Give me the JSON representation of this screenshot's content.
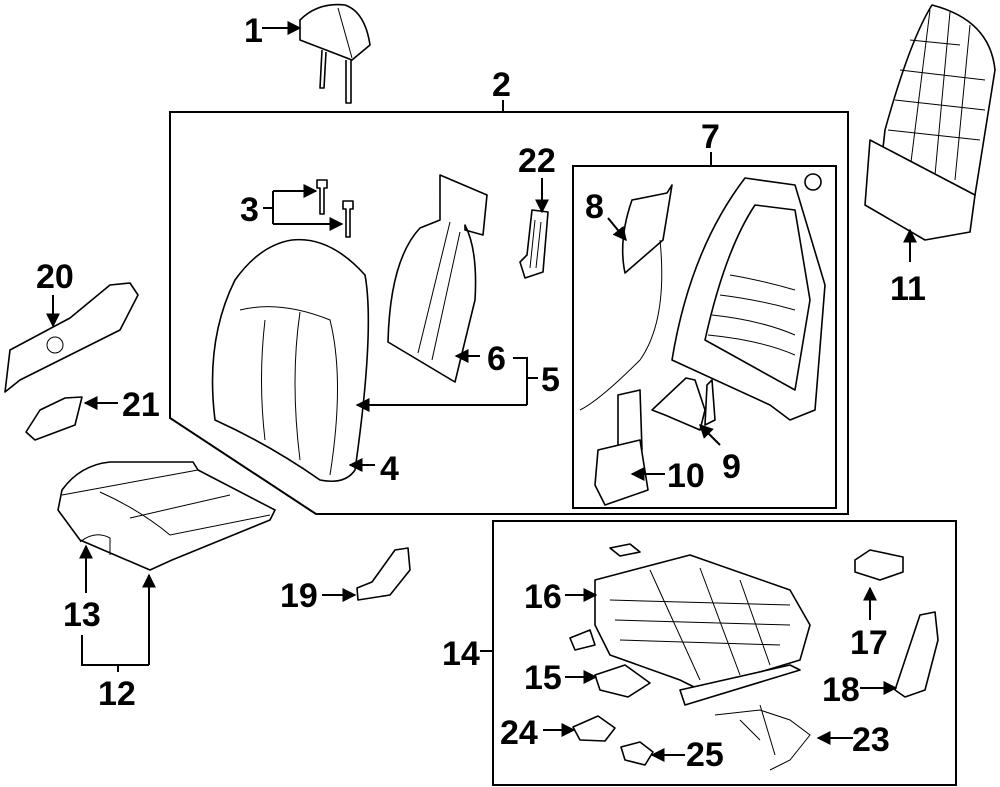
{
  "diagram": {
    "type": "exploded-parts-diagram",
    "subject": "front seat assembly",
    "colors": {
      "line": "#000000",
      "background": "#ffffff"
    },
    "callouts": [
      {
        "id": "1",
        "label": "1"
      },
      {
        "id": "2",
        "label": "2"
      },
      {
        "id": "3",
        "label": "3"
      },
      {
        "id": "4",
        "label": "4"
      },
      {
        "id": "5",
        "label": "5"
      },
      {
        "id": "6",
        "label": "6"
      },
      {
        "id": "7",
        "label": "7"
      },
      {
        "id": "8",
        "label": "8"
      },
      {
        "id": "9",
        "label": "9"
      },
      {
        "id": "10",
        "label": "10"
      },
      {
        "id": "11",
        "label": "11"
      },
      {
        "id": "12",
        "label": "12"
      },
      {
        "id": "13",
        "label": "13"
      },
      {
        "id": "14",
        "label": "14"
      },
      {
        "id": "15",
        "label": "15"
      },
      {
        "id": "16",
        "label": "16"
      },
      {
        "id": "17",
        "label": "17"
      },
      {
        "id": "18",
        "label": "18"
      },
      {
        "id": "19",
        "label": "19"
      },
      {
        "id": "20",
        "label": "20"
      },
      {
        "id": "21",
        "label": "21"
      },
      {
        "id": "22",
        "label": "22"
      },
      {
        "id": "23",
        "label": "23"
      },
      {
        "id": "24",
        "label": "24"
      },
      {
        "id": "25",
        "label": "25"
      }
    ],
    "groups": [
      {
        "label": "2",
        "contains": [
          "3",
          "4",
          "5",
          "6",
          "7",
          "8",
          "9",
          "10",
          "22"
        ]
      },
      {
        "label": "7",
        "contains": [
          "8",
          "9",
          "10"
        ]
      },
      {
        "label": "14",
        "contains": [
          "15",
          "16",
          "17",
          "18",
          "23",
          "24",
          "25"
        ]
      },
      {
        "label": "12",
        "contains": [
          "13"
        ]
      },
      {
        "label": "5",
        "contains": [
          "6"
        ]
      }
    ]
  }
}
